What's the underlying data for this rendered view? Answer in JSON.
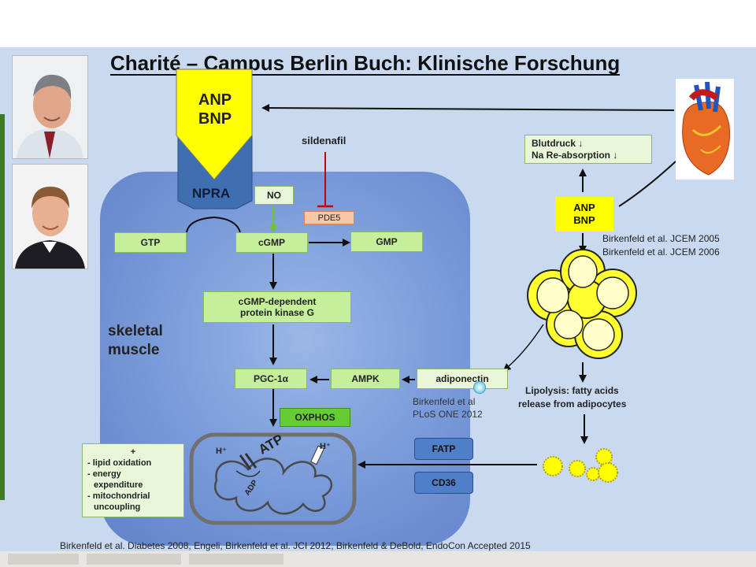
{
  "title": "Charité – Campus Berlin Buch: Klinische Forschung",
  "hormones_top": [
    "ANP",
    "BNP"
  ],
  "receptor": "NPRA",
  "drug": "sildenafil",
  "enzyme_pde": "PDE5",
  "no_label": "NO",
  "gtp": "GTP",
  "cgmp": "cGMP",
  "gmp": "GMP",
  "pkg": [
    "cGMP-dependent",
    "protein kinase G"
  ],
  "tissue": [
    "skeletal",
    "muscle"
  ],
  "pgc": "PGC-1α",
  "ampk": "AMPK",
  "adiponectin": "adiponectin",
  "oxphos": "OXPHOS",
  "effects": {
    "plus": "+",
    "items": [
      "- lipid oxidation",
      "- energy",
      "expenditure",
      "- mitochondrial",
      "uncoupling"
    ]
  },
  "mito": {
    "h1": "H⁺",
    "h2": "H⁺",
    "atp": "ATP",
    "adp": "ADP"
  },
  "transporters": [
    "FATP",
    "CD36"
  ],
  "heart_effects": [
    "Blutdruck ↓",
    "Na Re-absorption ↓"
  ],
  "hormones_right": [
    "ANP",
    "BNP"
  ],
  "refs_right": [
    "Birkenfeld et al. JCEM 2005",
    "Birkenfeld et al. JCEM 2006"
  ],
  "lipolysis": [
    "Lipolysis:  fatty acids",
    "release from adipocytes"
  ],
  "ref_adipo": [
    "Birkenfeld et al",
    "PLoS ONE 2012"
  ],
  "footer_ref": "Birkenfeld et al. Diabetes 2008, Engeli, Birkenfeld et al. JCI 2012,  Birkenfeld & DeBold, EndoCon Accepted 2015",
  "colors": {
    "slide_bg": "#c9d9f0",
    "green_box": "#c6ef9c",
    "yellow": "#ffff00",
    "dark_blue": "#4f7fc8",
    "inhibit": "#cc0000"
  },
  "icons": [
    "heart-icon",
    "adipocyte-cluster-icon",
    "fatty-acid-droplets-icon",
    "mitochondrion-icon",
    "photo-person-1",
    "photo-person-2"
  ]
}
